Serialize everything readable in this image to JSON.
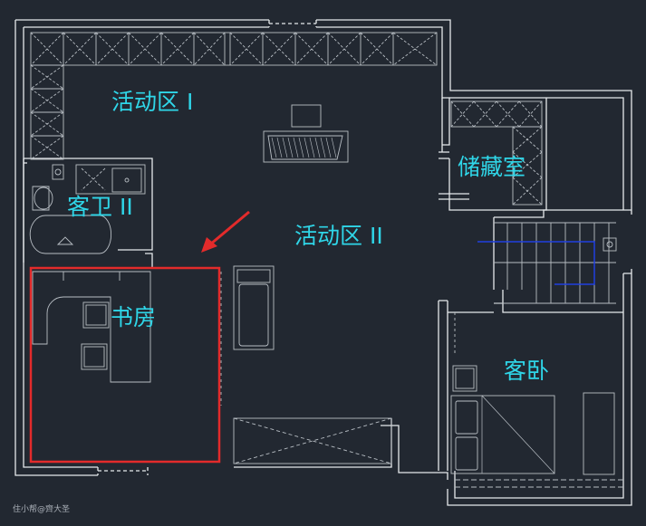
{
  "floor_plan": {
    "rooms": {
      "activity_area_1": "活动区 I",
      "activity_area_2": "活动区 II",
      "storage_room": "储藏室",
      "guest_bathroom": "客卫 II",
      "study": "书房",
      "guest_bedroom": "客卧"
    },
    "watermark": "住小帮@齊大圣"
  },
  "colors": {
    "background": "#222831",
    "wall_line": "#e6e9ec",
    "furniture_line": "#b8bec4",
    "label": "#2fd6e8",
    "highlight": "#e32b2b",
    "stair_path": "#1f3fe0"
  }
}
